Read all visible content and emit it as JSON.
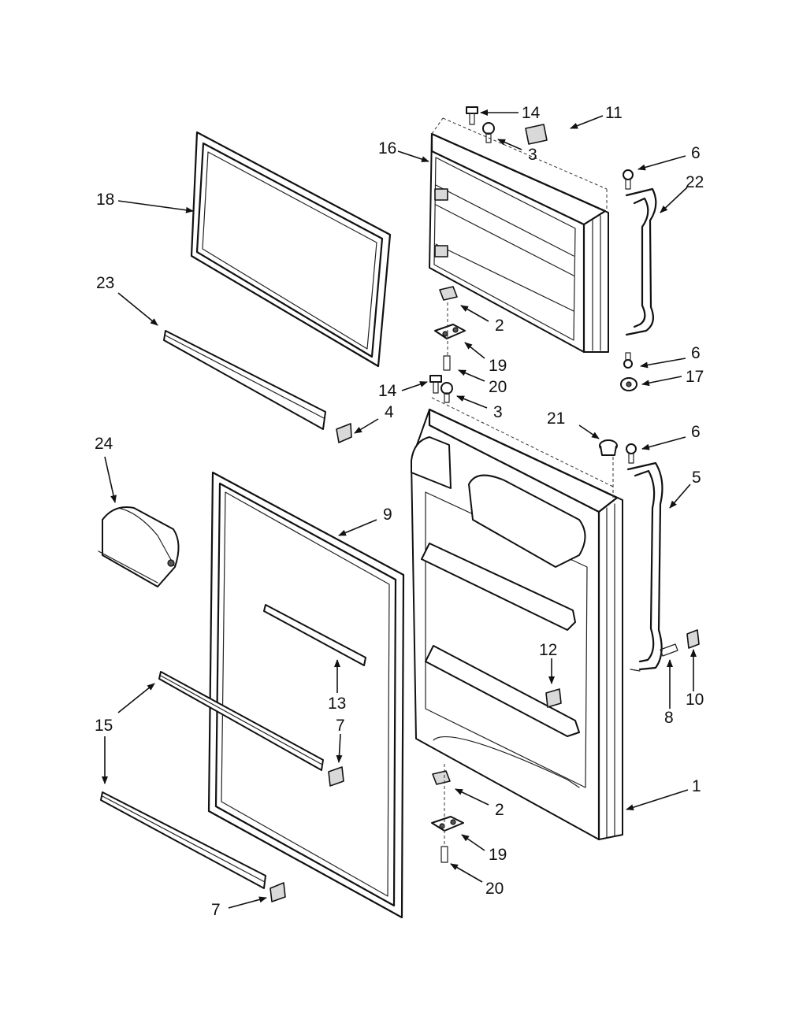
{
  "callouts": {
    "c1": "1",
    "c2a": "2",
    "c2b": "2",
    "c3a": "3",
    "c3b": "3",
    "c4": "4",
    "c5": "5",
    "c6a": "6",
    "c6b": "6",
    "c6c": "6",
    "c7a": "7",
    "c7b": "7",
    "c8": "8",
    "c9": "9",
    "c10": "10",
    "c11": "11",
    "c12": "12",
    "c13": "13",
    "c14a": "14",
    "c14b": "14",
    "c15": "15",
    "c16": "16",
    "c17": "17",
    "c18": "18",
    "c19a": "19",
    "c19b": "19",
    "c20a": "20",
    "c20b": "20",
    "c21": "21",
    "c22": "22",
    "c23": "23",
    "c24": "24"
  },
  "colors": {
    "line": "#111111",
    "background": "#ffffff"
  }
}
